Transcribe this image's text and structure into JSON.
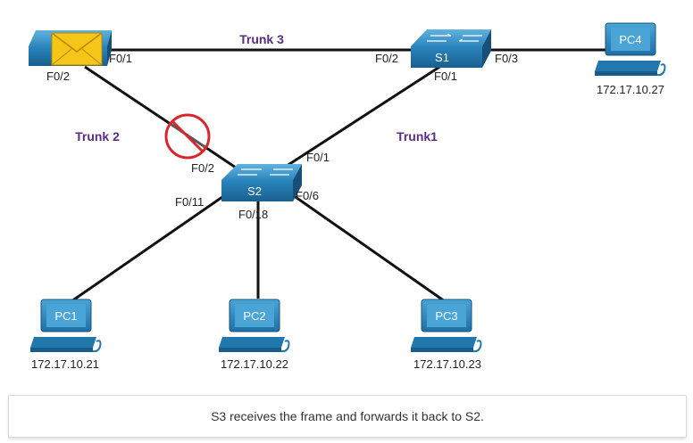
{
  "links": {
    "trunk3": "Trunk 3",
    "trunk2": "Trunk 2",
    "trunk1": "Trunk1"
  },
  "ports": {
    "s3_f01": "F0/1",
    "s3_f02": "F0/2",
    "s1_f02": "F0/2",
    "s1_f03": "F0/3",
    "s1_f01": "F0/1",
    "s2_f02": "F0/2",
    "s2_f01": "F0/1",
    "s2_f011": "F0/11",
    "s2_f018": "F0/18",
    "s2_f06": "F0/6"
  },
  "switches": {
    "s1": "S1",
    "s2": "S2"
  },
  "pcs": [
    {
      "name": "PC1",
      "ip": "172.17.10.21"
    },
    {
      "name": "PC2",
      "ip": "172.17.10.22"
    },
    {
      "name": "PC3",
      "ip": "172.17.10.23"
    },
    {
      "name": "PC4",
      "ip": "172.17.10.27"
    }
  ],
  "caption": "S3 receives the frame and forwards it back to S2.",
  "colors": {
    "switch_blue": "#1d6fa3",
    "trunk_label": "#5a2d82",
    "blocked_red": "#d9262c",
    "envelope": "#f5c518"
  },
  "icons": [
    "switch-icon",
    "pc-icon",
    "envelope-icon",
    "blocked-port-icon"
  ]
}
